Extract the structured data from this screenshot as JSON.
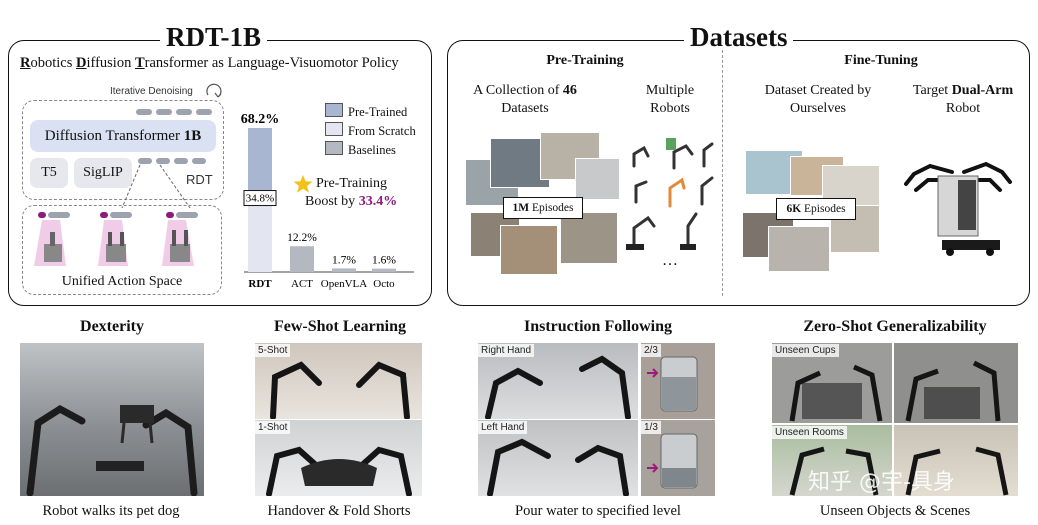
{
  "rdt_panel": {
    "title": "RDT-1B",
    "subtitle_parts": [
      "R",
      "obotics ",
      "D",
      "iffusion ",
      "T",
      "ransformer as Language-Visuomotor Policy"
    ],
    "iterative_denoising": "Iterative Denoising",
    "diffusion_transformer": "Diffusion Transformer",
    "diffusion_transformer_bold": "1B",
    "t5": "T5",
    "siglip": "SigLIP",
    "rdt": "RDT",
    "unified_action_space": "Unified Action Space",
    "boost_line1": "Pre-Training",
    "boost_line2": "Boost by",
    "boost_value": "33.4%"
  },
  "chart_data": {
    "type": "bar",
    "categories": [
      "RDT",
      "ACT",
      "OpenVLA",
      "Octo"
    ],
    "value_labels": [
      "68.2%",
      "12.2%",
      "1.7%",
      "1.6%"
    ],
    "values": [
      68.2,
      12.2,
      1.7,
      1.6
    ],
    "rdt_from_scratch": 34.8,
    "rdt_from_scratch_label": "34.8%",
    "legend": [
      "Pre-Trained",
      "From Scratch",
      "Baselines"
    ],
    "colors": {
      "pretrained": "#a9b6d1",
      "scratch": "#e3e6f0",
      "baseline": "#b3b8c1"
    },
    "ylim": [
      0,
      72
    ]
  },
  "datasets_panel": {
    "title": "Datasets",
    "pretraining": {
      "heading": "Pre-Training",
      "col1_prefix": "A Collection of",
      "col1_bold": "46",
      "col1_line2": "Datasets",
      "col2_line1": "Multiple",
      "col2_line2": "Robots",
      "episodes_bold": "1M",
      "episodes_rest": " Episodes",
      "ellipsis": "…"
    },
    "finetuning": {
      "heading": "Fine-Tuning",
      "col1_line1": "Dataset Created by",
      "col1_line2": "Ourselves",
      "col2_prefix": "Target",
      "col2_bold": "Dual-Arm",
      "col2_line2": "Robot",
      "episodes_bold": "6K",
      "episodes_rest": " Episodes"
    }
  },
  "bottom": {
    "dexterity": {
      "title": "Dexterity",
      "caption": "Robot walks its pet dog"
    },
    "fewshot": {
      "title": "Few-Shot Learning",
      "caption": "Handover & Fold Shorts",
      "tag1": "5-Shot",
      "tag2": "1-Shot"
    },
    "instruction": {
      "title": "Instruction Following",
      "caption": "Pour water to specified level",
      "tag1": "Right Hand",
      "tag2": "Left Hand",
      "frac1": "2/3",
      "frac2": "1/3"
    },
    "zeroshot": {
      "title": "Zero-Shot Generalizability",
      "caption": "Unseen Objects & Scenes",
      "tag1": "Unseen Cups",
      "tag2": "Unseen Rooms",
      "watermark": "知乎 @宇-具身"
    }
  }
}
